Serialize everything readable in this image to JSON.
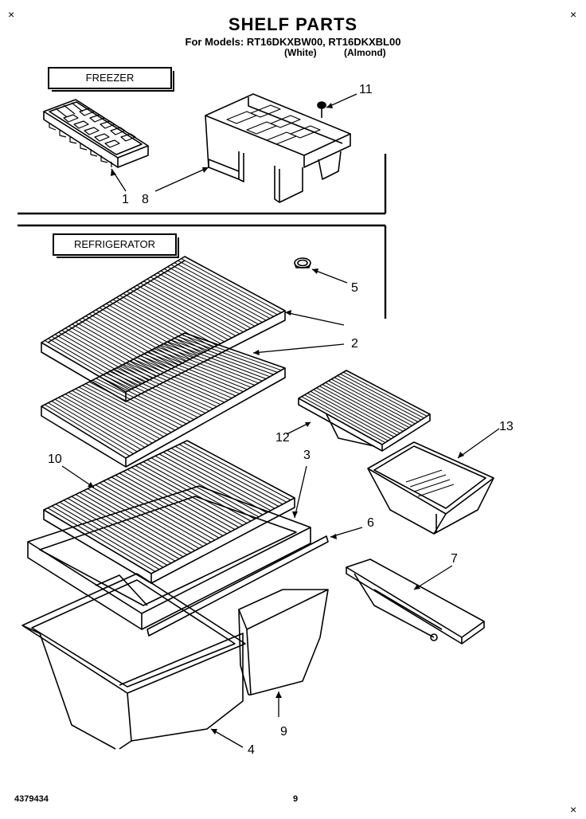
{
  "header": {
    "title": "SHELF PARTS",
    "models": "For Models: RT16DKXBW00, RT16DKXBL00",
    "color_white": "(White)",
    "color_almond": "(Almond)"
  },
  "sections": {
    "freezer": "FREEZER",
    "refrigerator": "REFRIGERATOR"
  },
  "callouts": {
    "p1": "1",
    "p2": "2",
    "p3": "3",
    "p4": "4",
    "p5": "5",
    "p6": "6",
    "p7": "7",
    "p8": "8",
    "p9": "9",
    "p10": "10",
    "p11": "11",
    "p12": "12",
    "p13": "13"
  },
  "footer": {
    "doc_number": "4379434",
    "page_number": "9"
  },
  "marks": {
    "corner": "×"
  }
}
